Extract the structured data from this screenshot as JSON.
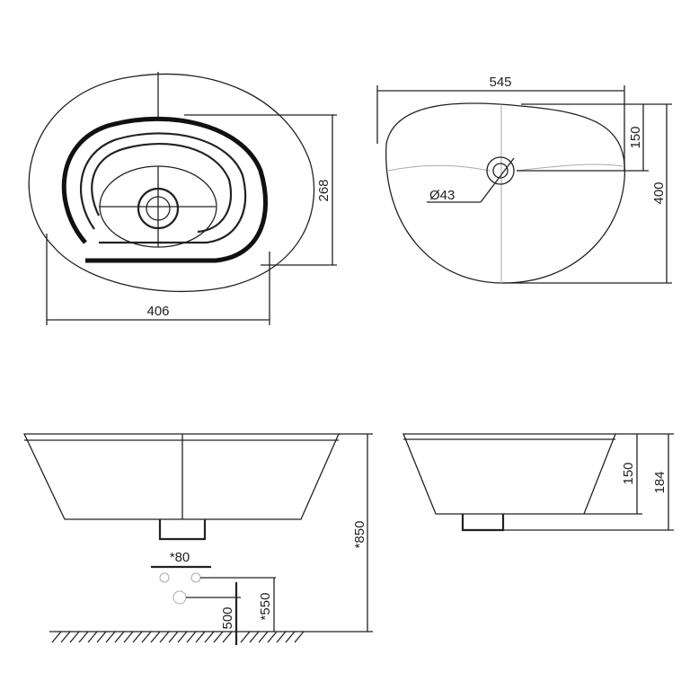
{
  "views": {
    "top_left": {
      "width_label": "406",
      "depth_label": "268"
    },
    "top_right": {
      "width_label": "545",
      "drain_offset_label": "150",
      "depth_label": "400",
      "drain_diameter_label": "Ø43"
    },
    "front": {
      "install_height_label": "*850",
      "tap_spacing_label": "*80",
      "drain_height_label": "500",
      "supply_height_label": "*550"
    },
    "side": {
      "bowl_height_label": "150",
      "total_height_label": "184"
    }
  }
}
